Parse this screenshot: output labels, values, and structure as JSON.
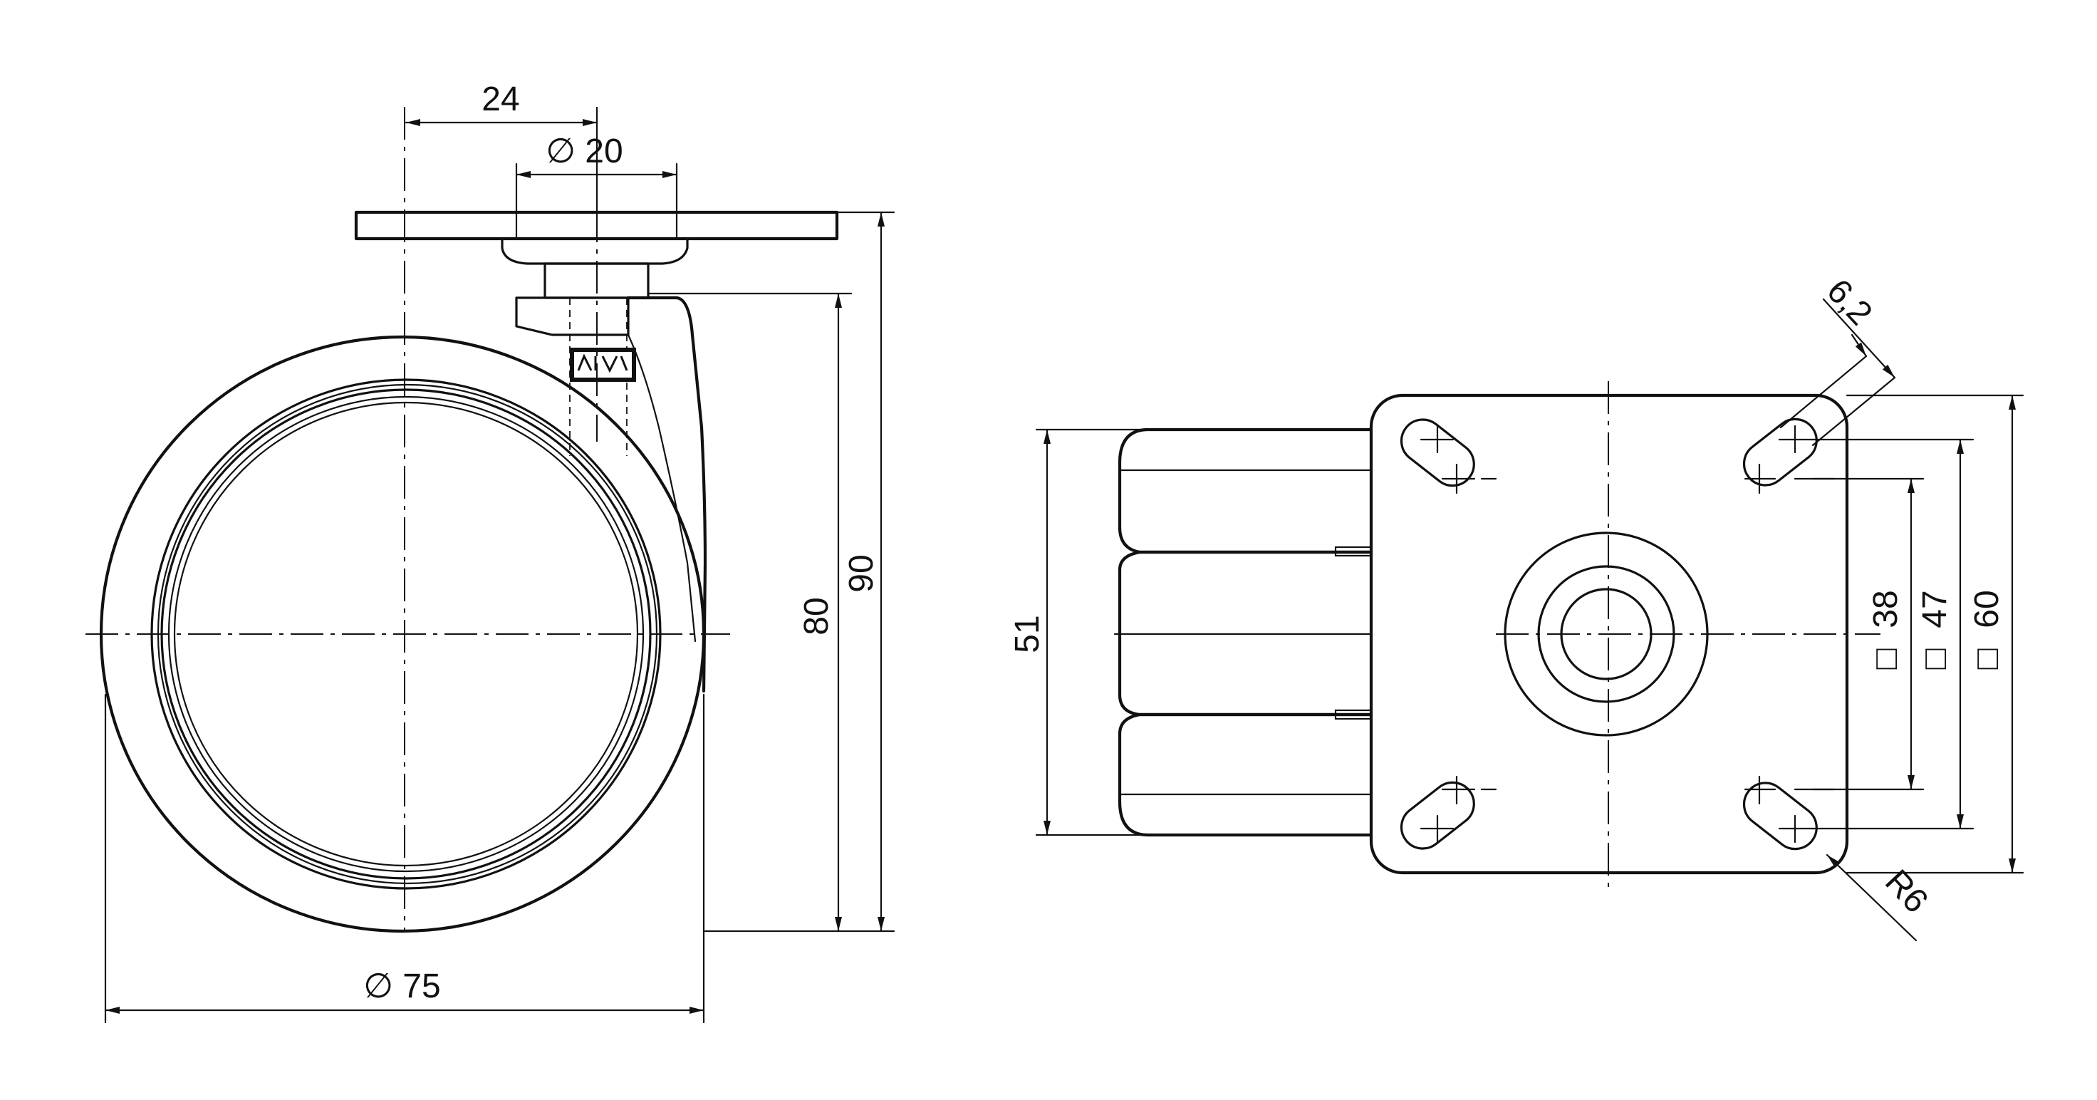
{
  "dimensions": {
    "side_view": {
      "offset": "24",
      "stem_diameter": "20",
      "wheel_diameter": "75",
      "height_80": "80",
      "height_90": "90"
    },
    "top_view": {
      "width_51": "51",
      "hole_size": "6,2",
      "corner_radius": "R6",
      "square_38": "38",
      "square_47": "47",
      "square_60": "60"
    },
    "symbols": {
      "diameter": "∅",
      "square": "□"
    }
  }
}
